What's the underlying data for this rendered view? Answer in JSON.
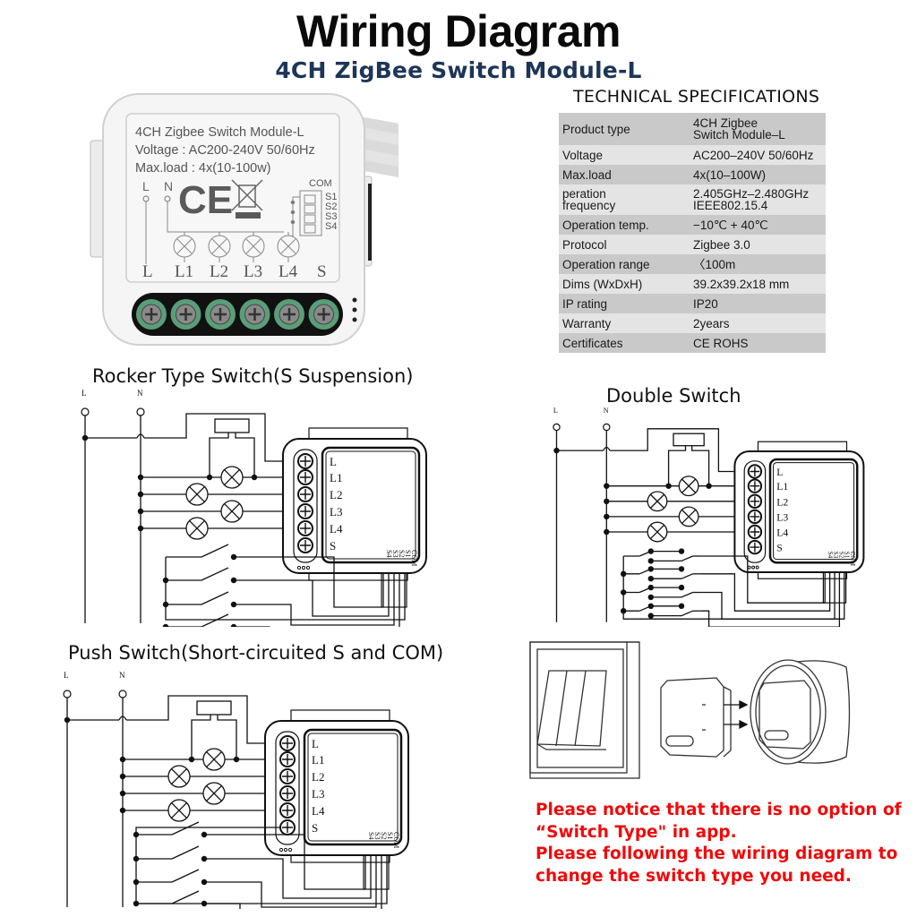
{
  "header": {
    "title": "Wiring Diagram",
    "subtitle": "4CH ZigBee Switch Module-L"
  },
  "product": {
    "label_line1": "4CH Zigbee Switch Module-L",
    "label_line2": "Voltage : AC200-240V 50/60Hz",
    "label_line3": "Max.load : 4x(10-100w)",
    "ce_mark": "CE",
    "com_labels": [
      "COM",
      "S1",
      "S2",
      "S3",
      "S4"
    ],
    "line_labels": [
      "L",
      "N"
    ],
    "terminal_labels": [
      "L",
      "L1",
      "L2",
      "L3",
      "L4",
      "S"
    ],
    "terminal_count": 6,
    "colors": {
      "terminal_green": "#5a9e78",
      "body": "#f4f4f4"
    }
  },
  "specs": {
    "heading": "TECHNICAL SPECIFICATIONS",
    "rows": [
      {
        "key": "Product type",
        "value": "4CH Zigbee\nSwitch Module–L"
      },
      {
        "key": "Voltage",
        "value": "AC200–240V 50/60Hz"
      },
      {
        "key": "Max.load",
        "value": "4x(10–100W)"
      },
      {
        "key": "peration\nfrequency",
        "value": "2.405GHz–2.480GHz\nIEEE802.15.4"
      },
      {
        "key": "Operation temp.",
        "value": "−10℃ + 40℃"
      },
      {
        "key": "Protocol",
        "value": "Zigbee  3.0"
      },
      {
        "key": "Operation range",
        "value": "〈100m"
      },
      {
        "key": "Dims (WxDxH)",
        "value": "39.2x39.2x18 mm"
      },
      {
        "key": "IP rating",
        "value": "IP20"
      },
      {
        "key": "Warranty",
        "value": "2years"
      },
      {
        "key": "Certificates",
        "value": "CE ROHS"
      }
    ]
  },
  "diagrams": {
    "rocker": {
      "title": "Rocker Type Switch(S Suspension)"
    },
    "double": {
      "title": "Double Switch"
    },
    "push": {
      "title": "Push Switch(Short-circuited S and COM)"
    },
    "line_labels": {
      "live": "L",
      "neutral": "N"
    },
    "terminal_labels": [
      "L",
      "L1",
      "L2",
      "L3",
      "L4",
      "S"
    ],
    "com_block_labels": [
      "S4",
      "S3",
      "S2",
      "S1",
      "COM"
    ]
  },
  "notice": {
    "line1": "Please notice that there is no option of",
    "line2": "“Switch Type\" in app.",
    "line3": "Please following the wiring diagram to",
    "line4": "change the switch type you need.",
    "color": "#f00a0a"
  }
}
